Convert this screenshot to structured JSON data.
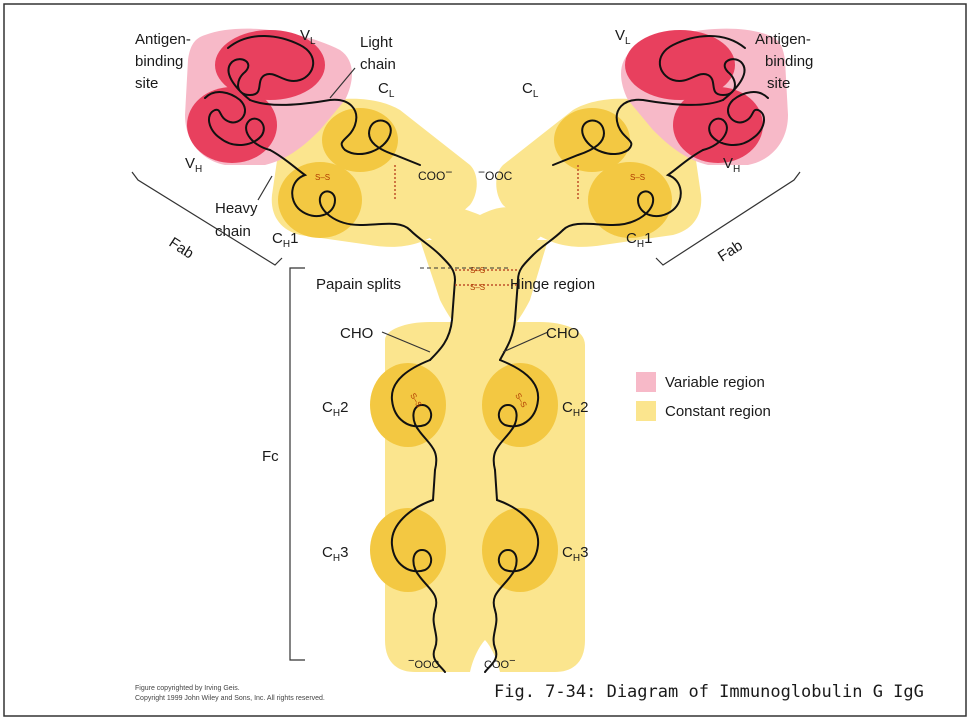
{
  "colors": {
    "variable": "#f7b9c8",
    "variable_dark": "#e8405e",
    "constant": "#fbe58e",
    "constant_dark": "#f3c842",
    "chain": "#111111",
    "disulfide": "#c0502a"
  },
  "labels": {
    "antigen_left": [
      "Antigen-",
      "binding",
      "site"
    ],
    "antigen_right": [
      "Antigen-",
      "binding",
      "site"
    ],
    "vl_left": "V",
    "vl_left_sub": "L",
    "vl_right": "V",
    "vl_right_sub": "L",
    "vh_left": "V",
    "vh_left_sub": "H",
    "vh_right": "V",
    "vh_right_sub": "H",
    "light_chain": [
      "Light",
      "chain"
    ],
    "cl_left": "C",
    "cl_left_sub": "L",
    "cl_right": "C",
    "cl_right_sub": "L",
    "heavy_chain": [
      "Heavy",
      "chain"
    ],
    "ch1_left": "C",
    "ch1_left_sub": "H",
    "ch1_left_num": "1",
    "ch1_right": "C",
    "ch1_right_sub": "H",
    "ch1_right_num": "1",
    "coo_left": "COO",
    "coo_left_sup": "−",
    "ooc_right_sup": "−",
    "ooc_right": "OOC",
    "fab_left": "Fab",
    "fab_right": "Fab",
    "papain": "Papain splits",
    "hinge": "Hinge region",
    "cho_left": "CHO",
    "cho_right": "CHO",
    "ch2_left": "C",
    "ch2_left_sub": "H",
    "ch2_left_num": "2",
    "ch2_right": "C",
    "ch2_right_sub": "H",
    "ch2_right_num": "2",
    "ch3_left": "C",
    "ch3_left_sub": "H",
    "ch3_left_num": "3",
    "ch3_right": "C",
    "ch3_right_sub": "H",
    "ch3_right_num": "3",
    "fc": "Fc",
    "ooc_bottom_sup": "−",
    "ooc_bottom": "OOC",
    "coo_bottom": "COO",
    "coo_bottom_sup": "−",
    "ss": "S–S"
  },
  "legend": {
    "variable": "Variable region",
    "constant": "Constant region"
  },
  "caption": "Fig. 7-34: Diagram of Immunoglobulin G IgG",
  "copyright": [
    "Figure copyrighted by Irving Geis.",
    "Copyright 1999 John Wiley and Sons, Inc. All rights reserved."
  ]
}
